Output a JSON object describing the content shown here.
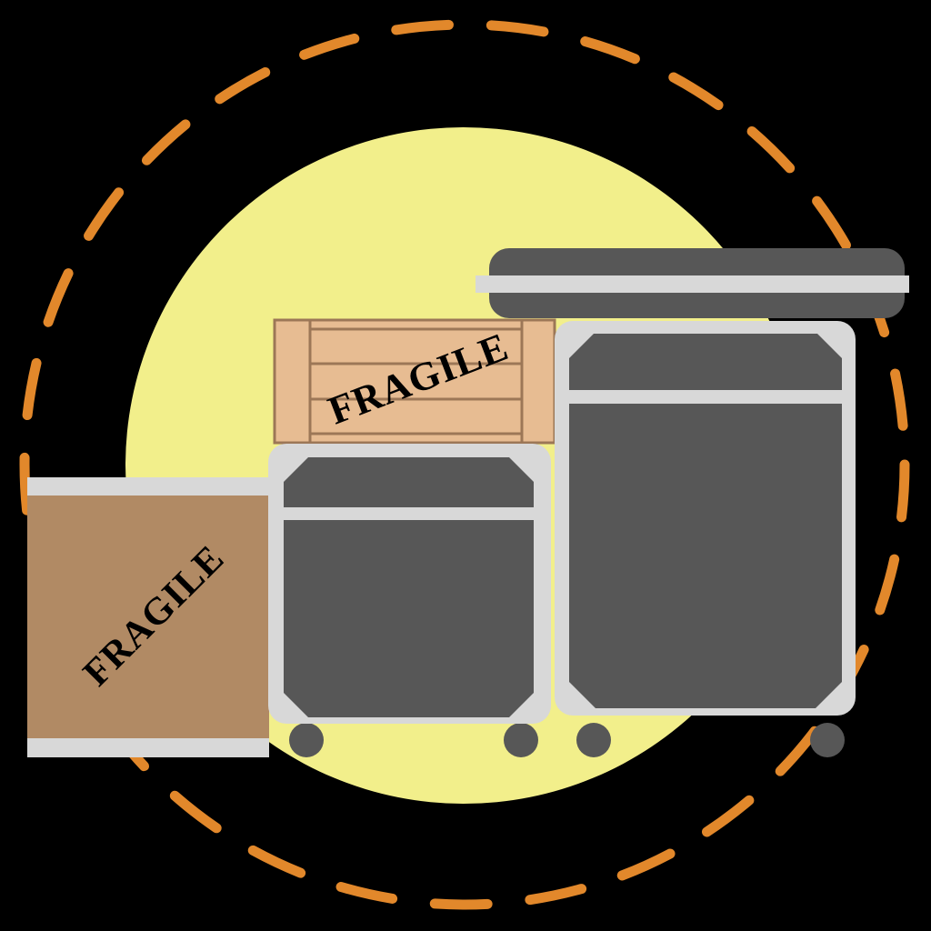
{
  "illustration": {
    "description": "moving-fragile-equipment-illustration",
    "labels": {
      "crate_stamp": "FRAGILE",
      "box_stamp": "FRAGILE"
    },
    "colors": {
      "background": "#000000",
      "dashed_ring": "#E2882B",
      "spotlight": "#F2EF8B",
      "case_shell": "#D8D8D8",
      "case_panel": "#575757",
      "wheel": "#575757",
      "lid_case": "#575757",
      "lid_stripe": "#D8D8D8",
      "crate_wood": "#E7BC92",
      "crate_outline": "#9C7757",
      "box_cardboard": "#B18A64",
      "box_tape": "#D8D8D8",
      "stamp_text": "#000000"
    }
  }
}
